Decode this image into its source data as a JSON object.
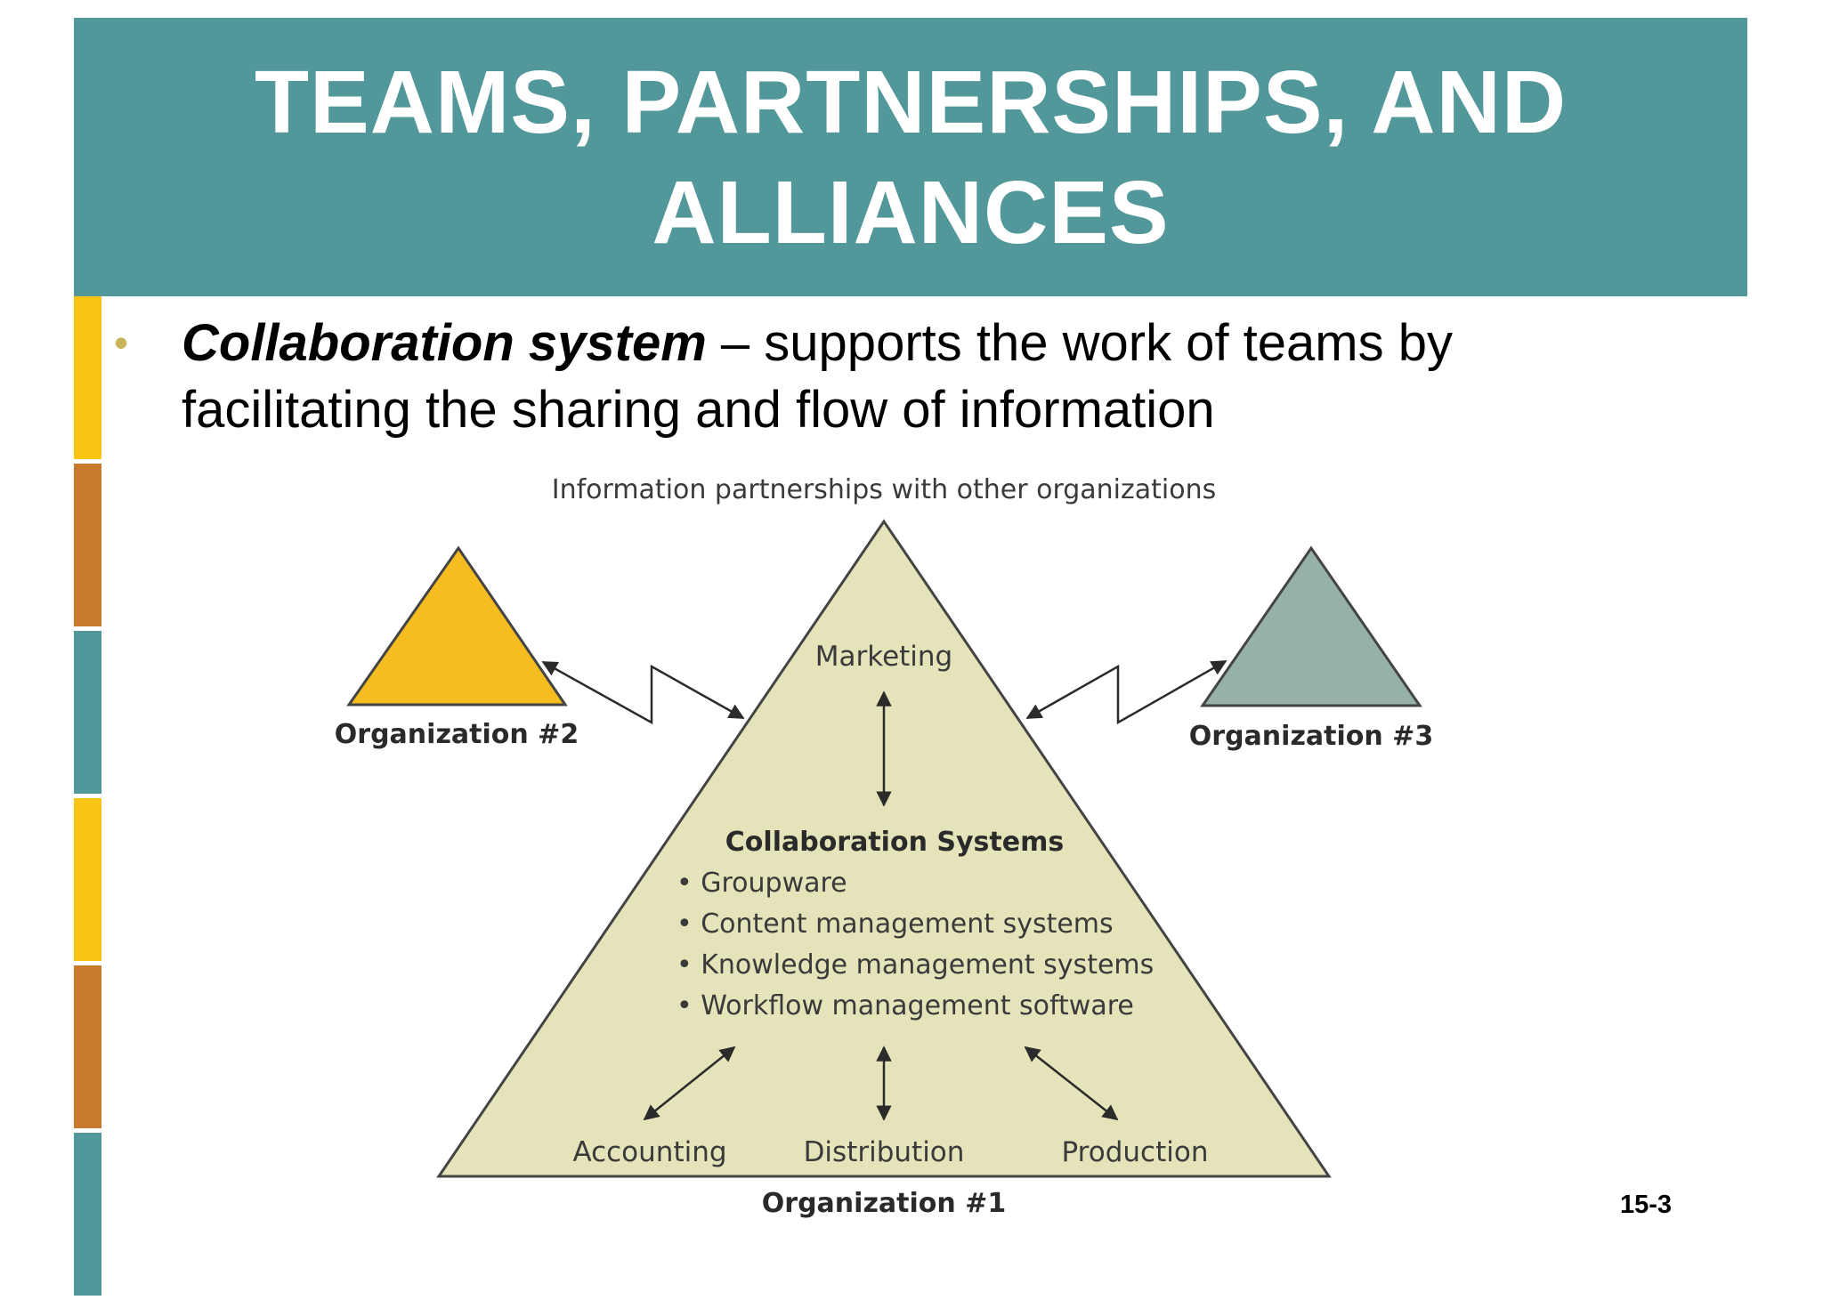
{
  "slide": {
    "title": "TEAMS, PARTNERSHIPS, AND ALLIANCES",
    "bullet": {
      "term": "Collaboration system",
      "text": " – supports the work of teams by facilitating the sharing and flow of information"
    },
    "slide_number": "15-3",
    "colors": {
      "title_bar": "#52979a",
      "accent_yellow": "#f9c414",
      "accent_orange": "#c77a2e",
      "accent_teal": "#52979a"
    },
    "side_strip": [
      "#f9c414",
      "#c77a2e",
      "#52979a",
      "#f9c414",
      "#c77a2e",
      "#52979a"
    ]
  },
  "diagram": {
    "caption": "Information partnerships with other organizations",
    "org1": {
      "label": "Organization #1",
      "color": "#e5e3b9",
      "top": "Marketing",
      "center_title": "Collaboration Systems",
      "items": [
        "• Groupware",
        "• Content management systems",
        "• Knowledge management systems",
        "• Workflow management software"
      ],
      "bottom": [
        "Accounting",
        "Distribution",
        "Production"
      ]
    },
    "org2": {
      "label": "Organization #2",
      "color": "#f6bd20"
    },
    "org3": {
      "label": "Organization #3",
      "color": "#96b2a8"
    }
  }
}
